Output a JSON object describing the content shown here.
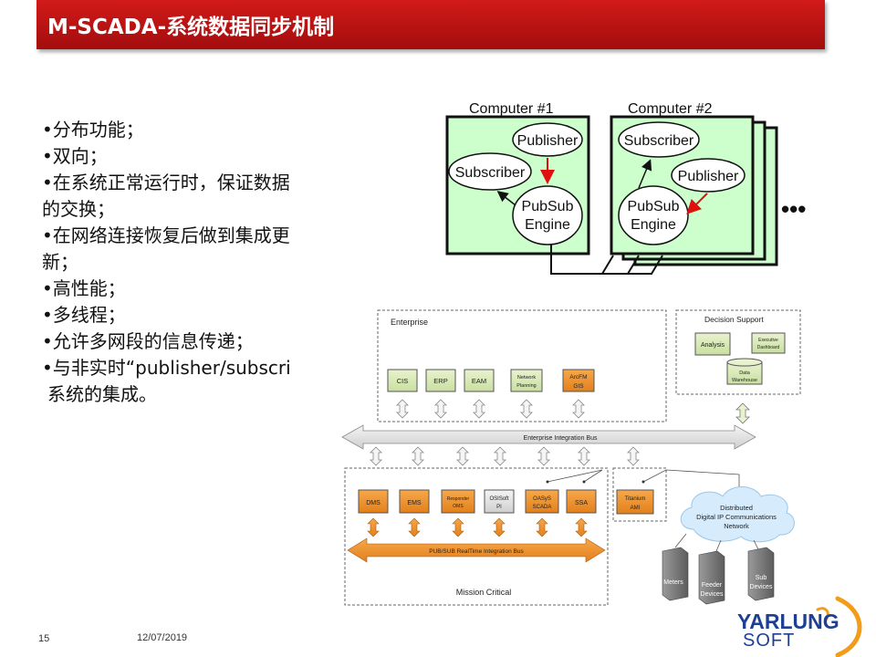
{
  "title": "M-SCADA-系统数据同步机制",
  "bullets": [
    "•分布功能；",
    "•双向；",
    "•在系统正常运行时，保证数据的交换；",
    "•在网络连接恢复后做到集成更新；",
    "•高性能；",
    "•多线程；",
    "•允许多网段的信息传递；",
    "•与非实时“publisher/subscri",
    "系统的集成。"
  ],
  "footer": {
    "page_number": "15",
    "date": "12/07/2019"
  },
  "logo": {
    "main": "YARLUNG",
    "sub": "SOFT"
  },
  "diagram_top": {
    "computer1": "Computer #1",
    "computer2": "Computer #2",
    "publisher": "Publisher",
    "subscriber": "Subscriber",
    "pubsub_line1": "PubSub",
    "pubsub_line2": "Engine",
    "more": "•••"
  },
  "diagram_bottom": {
    "enterprise": "Enterprise",
    "decision_support": "Decision Support",
    "analysis": "Analysis",
    "exec_line1": "Executive",
    "exec_line2": "Dashboard",
    "dw_line1": "Data",
    "dw_line2": "Warehouse",
    "cis": "CIS",
    "erp": "ERP",
    "eam": "EAM",
    "np_line1": "Network",
    "np_line2": "Planning",
    "arcfm_line1": "ArcFM",
    "arcfm_line2": "GIS",
    "enterprise_bus": "Enterprise Integration Bus",
    "dms": "DMS",
    "ems": "EMS",
    "resp_line1": "Responder",
    "resp_line2": "OMS",
    "osi_line1": "OSISoft",
    "osi_line2": "PI",
    "oasys_line1": "OASyS",
    "oasys_line2": "SCADA",
    "ssa": "SSA",
    "titan_line1": "Titanium",
    "titan_line2": "AMI",
    "rt_bus": "PUB/SUB RealTime Integration Bus",
    "mission_critical": "Mission Critical",
    "cloud_line1": "Distributed",
    "cloud_line2": "Digital IP Communications",
    "cloud_line3": "Network",
    "meters": "Meters",
    "feeder_line1": "Feeder",
    "feeder_line2": "Devices",
    "sub_line1": "Sub",
    "sub_line2": "Devices"
  }
}
